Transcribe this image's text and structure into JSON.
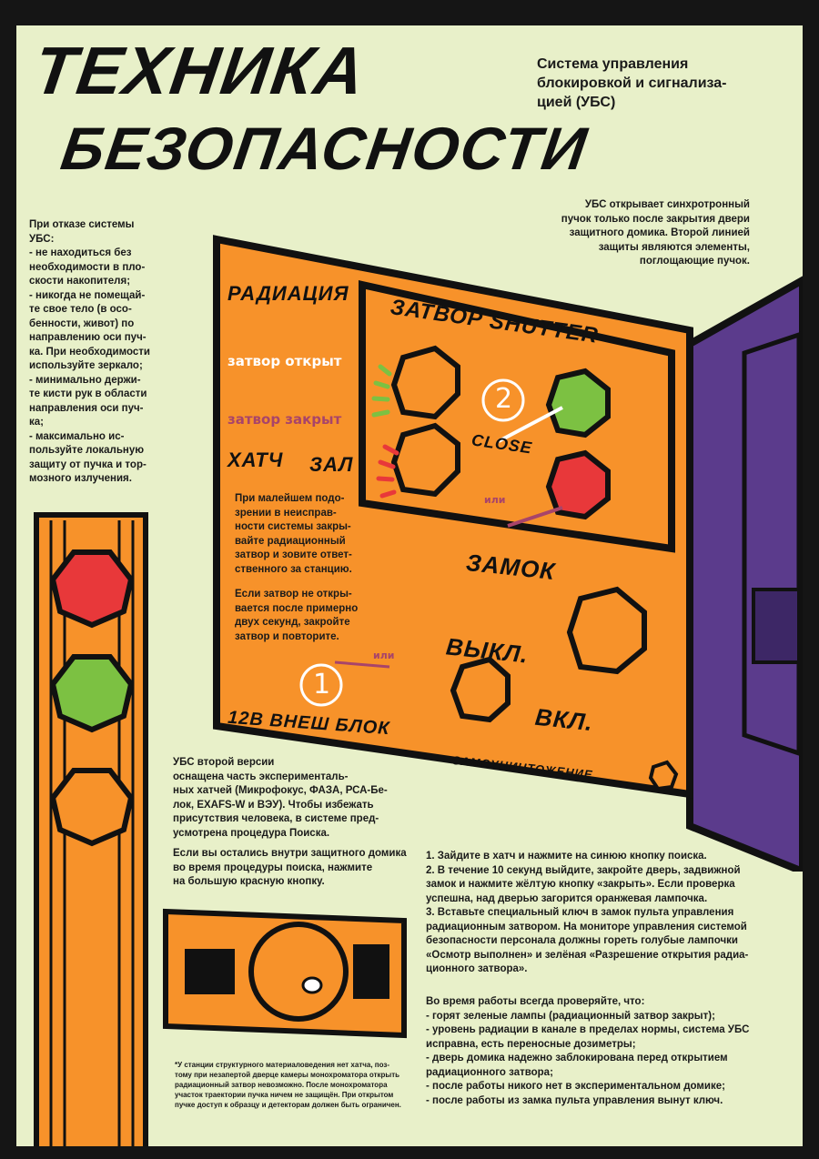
{
  "title": {
    "line1": "ТЕХНИКА",
    "line2": "БЕЗОПАСНОСТИ"
  },
  "subtitle": "Система управления блокировкой и сигнализа-\nцией (УБС)",
  "intro": "УБС открывает синхротронный\nпучок только после закрытия двери\nзащитного домика. Второй линией\nзащиты являются элементы,\nпоглощающие пучок.",
  "failure_rules": "При отказе системы\nУБС:\n- не находиться без\nнеобходимости в пло-\nскости накопителя;\n- никогда не помещай-\nте свое тело (в осо-\nбенности, живот) по\nнаправлению оси пуч-\nка. При необходимости\nиспользуйте зеркало;\n- минимально держи-\nте кисти рук в области\nнаправления оси пуч-\nка;\n- максимально ис-\nпользуйте локальную\nзащиту от пучка и тор-\nмозного излучения.",
  "panel": {
    "radiation": "РАДИАЦИЯ",
    "shutter": "ЗАТВОР SHUTTER",
    "shutter_open": "затвор открыт",
    "shutter_closed": "затвор закрыт",
    "hutch": "ХАТЧ",
    "hall": "ЗАЛ",
    "close": "CLOSE",
    "lock": "ЗАМОК",
    "off": "ВЫКЛ.",
    "on": "ВКЛ.",
    "ext_block": "12В ВНЕШ БЛОК",
    "self_destruct": "САМОУНИЧТОЖЕНИЕ",
    "or1": "или",
    "or2": "или",
    "step1": "1",
    "step2": "2",
    "warning1": "При малейшем подо-\nзрении в неисправ-\nности системы закры-\nвайте радиационный\nзатвор и зовите ответ-\nственного за станцию.",
    "warning2": "Если затвор не откры-\nвается после примерно\nдвух секунд, закройте\nзатвор и повторите."
  },
  "search": {
    "p1": "УБС второй версии\nоснащена часть эксперименталь-\nных хатчей (Микрофокус, ФАЗА, РСА-Бе-\nлок, EXAFS-W и ВЭУ). Чтобы избежать\nприсутствия человека, в системе пред-\nусмотрена процедура Поиска.",
    "p2": "Если вы остались внутри защитного домика\nво время процедуры поиска, нажмите\nна большую красную кнопку."
  },
  "steps": "1. Зайдите в хатч и нажмите на синюю кнопку поиска.\n2. В течение 10 секунд выйдите, закройте дверь, задвижной\nзамок и нажмите жёлтую кнопку «закрыть». Если проверка\nуспешна, над дверью загорится оранжевая лампочка.\n3. Вставьте специальный ключ в замок пульта управления\nрадиационным затвором. На мониторе управления системой\nбезопасности персонала должны гореть голубые лампочки\n«Осмотр выполнен» и зелёная «Разрешение открытия радиа-\nционного затвора».",
  "checks": "Во время работы всегда проверяйте, что:\n- горят зеленые лампы (радиационный затвор закрыт);\n- уровень радиации в канале в пределах нормы, система УБС\nисправна, есть переносные дозиметры;\n- дверь домика надежно заблокирована перед открытием\nрадиационного затвора;\n- после работы никого нет в экспериментальном домике;\n- после работы из замка пульта управления вынут ключ.",
  "footnote": "*У станции структурного материаловедения нет хатча, поз-\nтому при незапертой дверце камеры монохроматора открыть\nрадиационный затвор невозможно. После монохроматора\nучасток траектории пучка ничем не защищён. При открытом\nпучке доступ к образцу и детекторам должен быть ограничен.",
  "colors": {
    "bg": "#e8f0c9",
    "orange": "#f7922a",
    "purple": "#5b3b8c",
    "red": "#e8383a",
    "green": "#7cc142",
    "mauve": "#a8446a"
  }
}
